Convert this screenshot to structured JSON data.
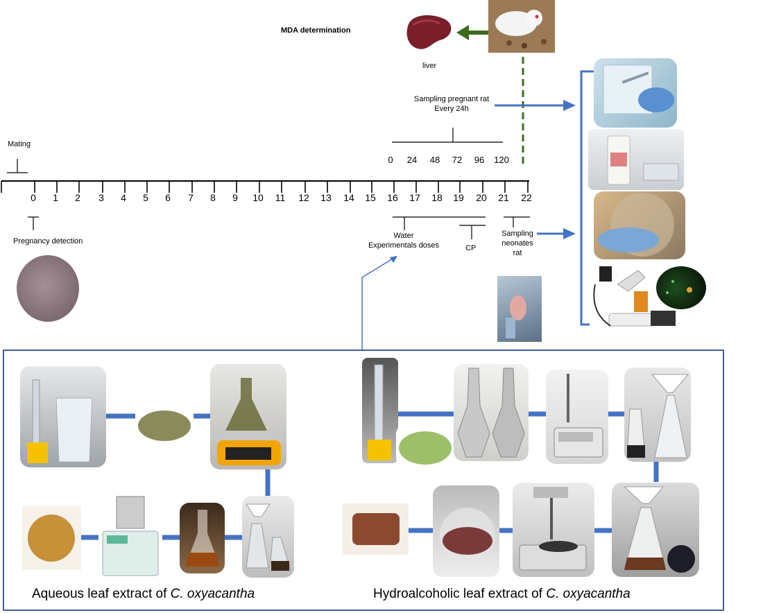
{
  "mda_label": "MDA determination",
  "liver_label": "liver",
  "mating_label": "Mating",
  "pregnancy_label": "Pregnancy detection",
  "sampling_pregnant": [
    "Sampling pregnant rat",
    "Every 24h"
  ],
  "hour_ticks": [
    "0",
    "24",
    "48",
    "72",
    "96",
    "120"
  ],
  "day_ticks": [
    "0",
    "1",
    "2",
    "3",
    "4",
    "5",
    "6",
    "7",
    "8",
    "9",
    "10",
    "11",
    "12",
    "13",
    "14",
    "15",
    "16",
    "17",
    "18",
    "19",
    "20",
    "21",
    "22"
  ],
  "water_label": [
    "Water",
    "Experimentals doses"
  ],
  "cp_label": "CP",
  "sampling_neonates": [
    "Sampling",
    "neonates",
    "rat"
  ],
  "aqueous_caption": {
    "prefix": "Aqueous leaf extract of ",
    "italic": "C. oxyacantha"
  },
  "hydro_caption": {
    "prefix": "Hydroalcoholic leaf extract of ",
    "italic": "C. oxyacantha"
  },
  "colors": {
    "arrow_blue": "#4472c4",
    "green_arrow": "#3d6b1f",
    "box_border": "#2f4f8f",
    "connector": "#4472c4"
  }
}
